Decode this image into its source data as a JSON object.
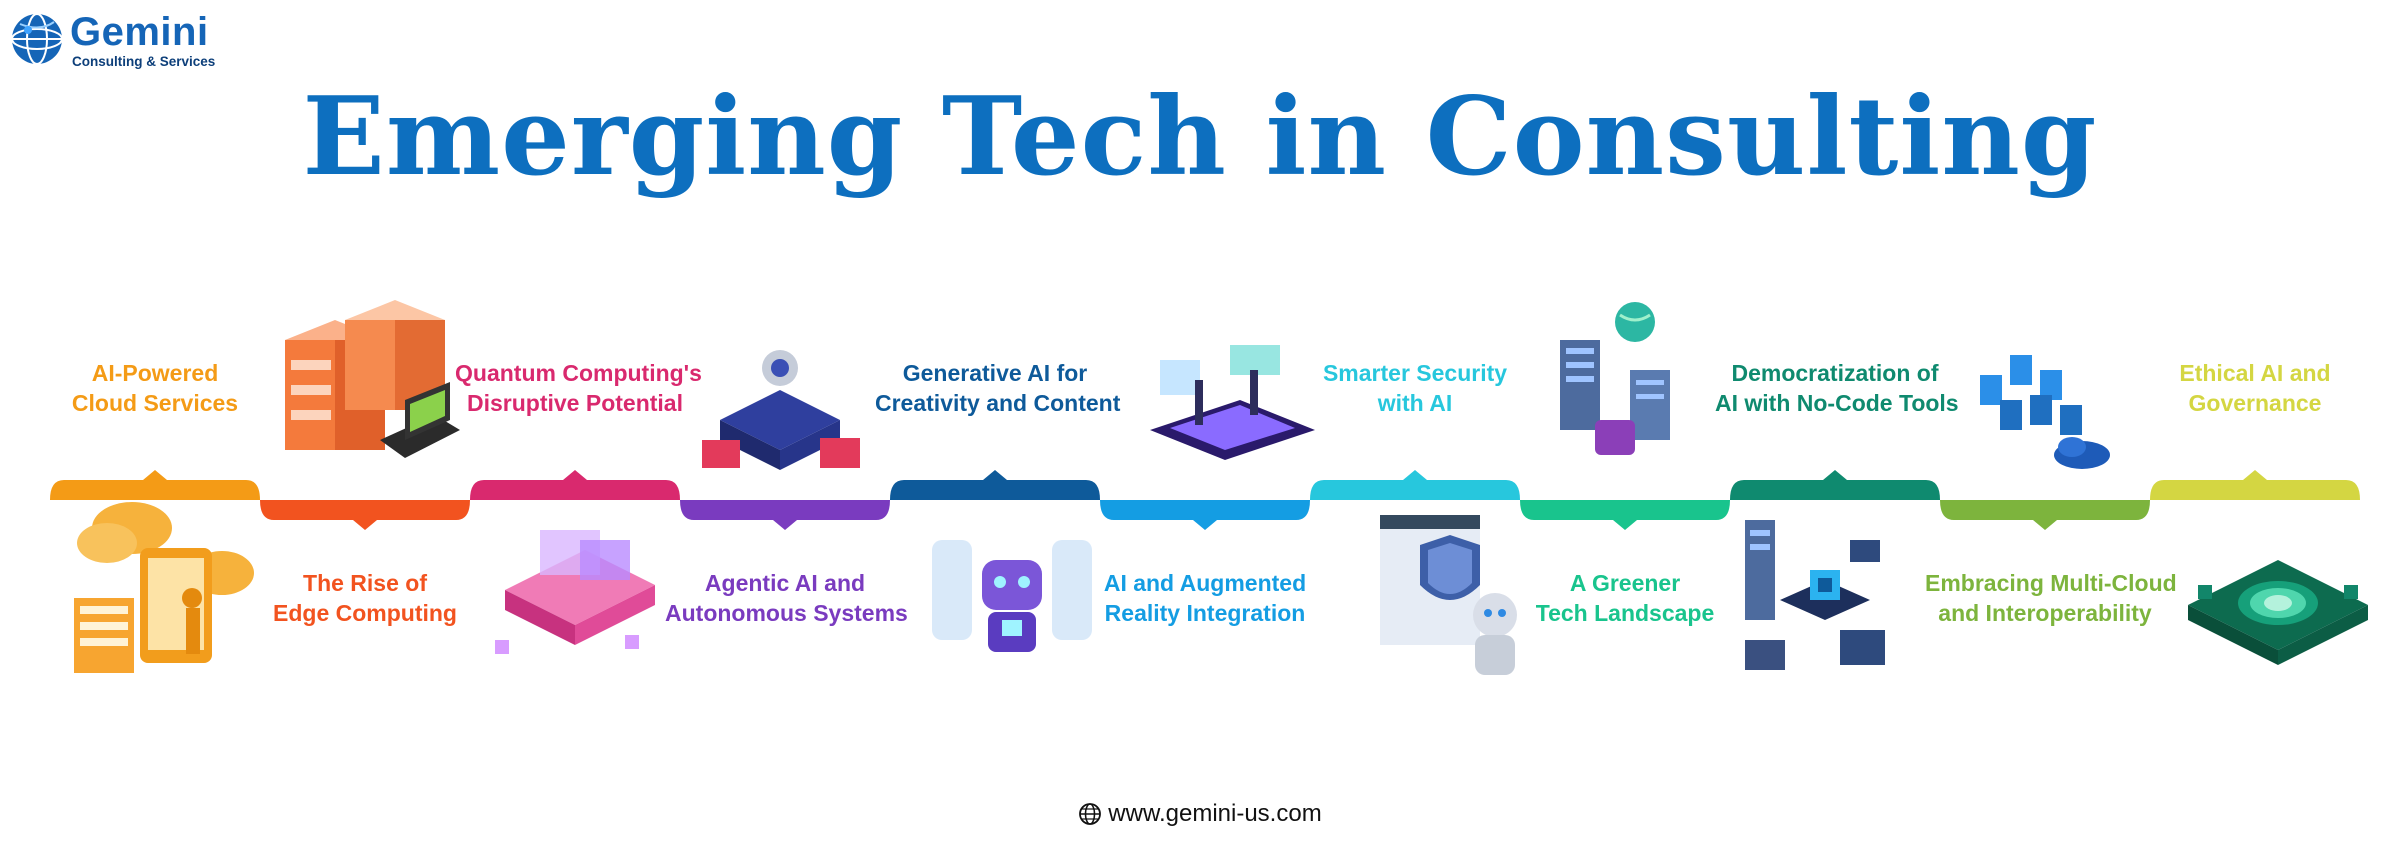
{
  "brand": {
    "name": "Gemini",
    "tagline": "Consulting & Services"
  },
  "title": "Emerging Tech in Consulting",
  "items": [
    {
      "line1": "AI-Powered",
      "line2": "Cloud Services",
      "color": "#f49b16",
      "position": "above"
    },
    {
      "line1": "The Rise of",
      "line2": "Edge Computing",
      "color": "#f2531f",
      "position": "below"
    },
    {
      "line1": "Quantum Computing's",
      "line2": "Disruptive Potential",
      "color": "#d9296e",
      "position": "above"
    },
    {
      "line1": "Agentic AI and",
      "line2": "Autonomous Systems",
      "color": "#7a3bbf",
      "position": "below"
    },
    {
      "line1": "Generative AI for",
      "line2": "Creativity and Content",
      "color": "#0e5a9a",
      "position": "above"
    },
    {
      "line1": "AI and Augmented",
      "line2": "Reality Integration",
      "color": "#149de3",
      "position": "below"
    },
    {
      "line1": "Smarter Security",
      "line2": "with AI",
      "color": "#27c7dd",
      "position": "above"
    },
    {
      "line1": "A Greener",
      "line2": "Tech Landscape",
      "color": "#19c48d",
      "position": "below"
    },
    {
      "line1": "Democratization of",
      "line2": "AI with No-Code Tools",
      "color": "#0f8a6f",
      "position": "above"
    },
    {
      "line1": "Embracing Multi-Cloud",
      "line2": "and Interoperability",
      "color": "#7db43d",
      "position": "below"
    },
    {
      "line1": "Ethical AI and",
      "line2": "Governance",
      "color": "#d4d642",
      "position": "above"
    }
  ],
  "footer": {
    "website": "www.gemini-us.com",
    "icon": "globe-icon"
  }
}
